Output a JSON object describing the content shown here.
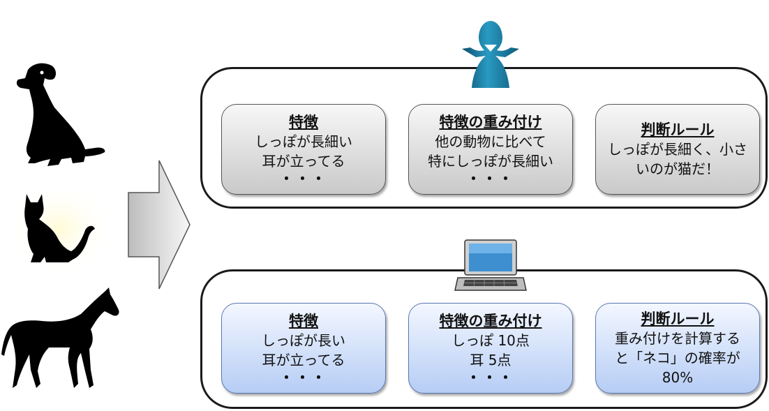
{
  "human_panel": {
    "boxes": [
      {
        "title": "特徴",
        "lines": [
          "しっぽが長細い",
          "耳が立ってる"
        ],
        "dots": "・・・"
      },
      {
        "title": "特徴の重み付け",
        "lines": [
          "他の動物に比べて",
          "特にしっぽが長細い"
        ],
        "dots": "・・・"
      },
      {
        "title": "判断ルール",
        "lines": [
          "しっぽが長細く、小さ",
          "いのが猫だ！"
        ],
        "dots": ""
      }
    ]
  },
  "computer_panel": {
    "boxes": [
      {
        "title": "特徴",
        "lines": [
          "しっぽが長い",
          "耳が立ってる"
        ],
        "dots": "・・・"
      },
      {
        "title": "特徴の重み付け",
        "lines": [
          "しっぽ 10点",
          "耳 5点"
        ],
        "dots": "・・・"
      },
      {
        "title": "判断ルール",
        "lines": [
          "重み付けを計算する",
          "と「ネコ」の確率が",
          "80%"
        ],
        "dots": ""
      }
    ]
  },
  "colors": {
    "human_fill": "#1a7fa6",
    "box_gray": "#d9d9d9",
    "box_blue": "#c6d9f6"
  },
  "icons": [
    "dog-silhouette-icon",
    "cat-silhouette-icon",
    "horse-silhouette-icon",
    "arrow-right-icon",
    "person-icon",
    "laptop-icon"
  ]
}
